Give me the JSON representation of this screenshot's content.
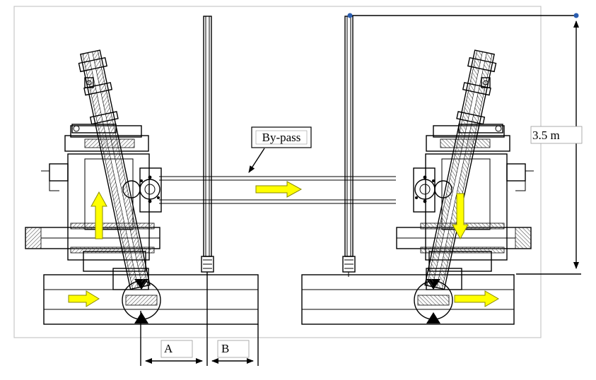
{
  "labels": {
    "bypass": "By-pass",
    "height": "3.5 m",
    "dim_a": "A",
    "dim_b": "B"
  },
  "colors": {
    "arrow_fill": "#ffff00",
    "arrow_stroke": "#8a8a00",
    "line": "#000000",
    "frame": "#bdbdbd",
    "point": "#2a5db0",
    "hatch": "#555555"
  },
  "flow_arrows": [
    {
      "name": "inlet-flow-arrow",
      "direction": "right"
    },
    {
      "name": "riser-up-arrow",
      "direction": "up"
    },
    {
      "name": "bypass-flow-arrow",
      "direction": "right"
    },
    {
      "name": "downcomer-down-arrow",
      "direction": "down"
    },
    {
      "name": "outlet-flow-arrow",
      "direction": "right"
    }
  ]
}
